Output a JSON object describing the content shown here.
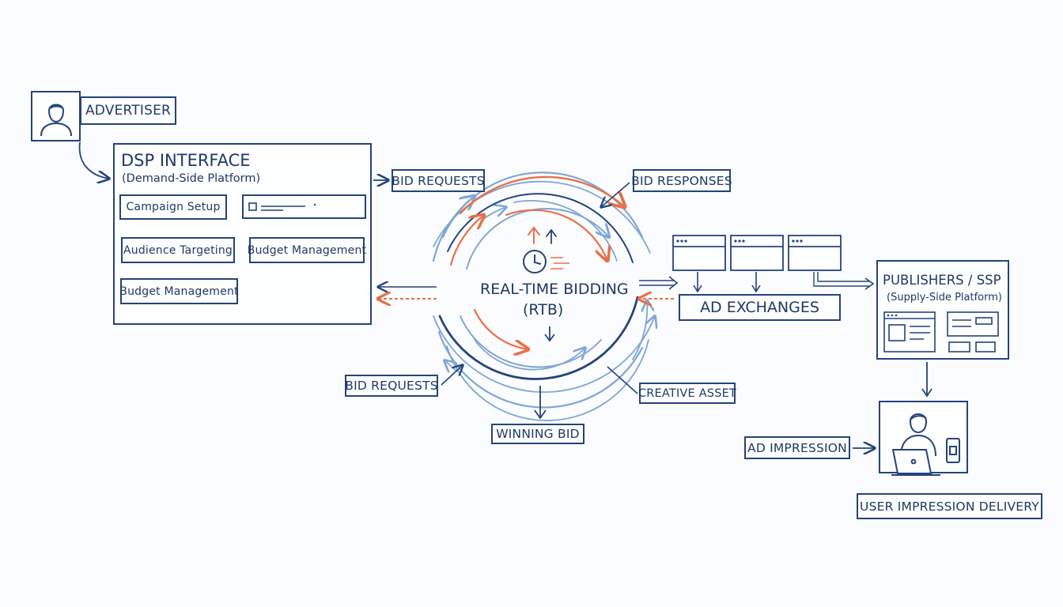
{
  "colors": {
    "ink": "#24447a",
    "light": "#7ea6d6",
    "accent": "#e8704a"
  },
  "advertiser": {
    "label": "ADVERTISER",
    "icon": "user-avatar-icon"
  },
  "dsp": {
    "title": "DSP INTERFACE",
    "subtitle": "(Demand-Side Platform)",
    "items": [
      "Campaign Setup",
      "Audience Targeting",
      "Budget Management",
      "Budget Management"
    ]
  },
  "labels": {
    "bid_requests_top": "BID REQUESTS",
    "bid_responses": "BID RESPONSES",
    "bid_requests_bottom": "BID REQUESTS",
    "creative_asset": "CREATIVE ASSET",
    "winning_bid": "WINNING BID"
  },
  "rtb": {
    "line1": "REAL-TIME BIDDING",
    "line2": "(RTB)",
    "icon": "clock-icon"
  },
  "ad_exchanges": {
    "label": "AD EXCHANGES"
  },
  "publishers": {
    "title": "PUBLISHERS / SSP",
    "subtitle": "(Supply-Side Platform)"
  },
  "impression": {
    "label": "AD IMPRESSION",
    "delivery": "USER IMPRESSION DELIVERY",
    "icon": "user-laptop-icon"
  }
}
